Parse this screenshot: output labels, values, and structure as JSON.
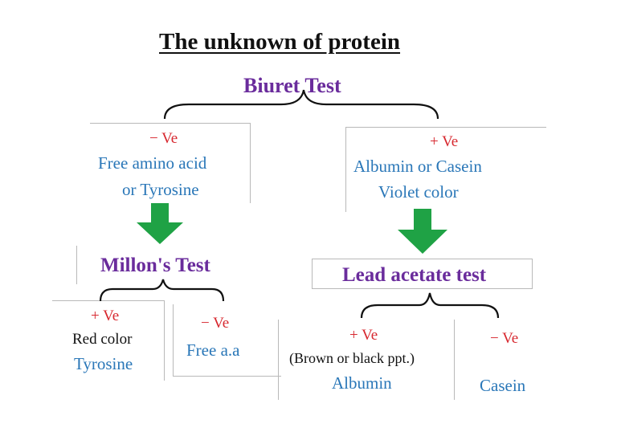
{
  "title": "The unknown of protein",
  "biuret": {
    "label": "Biuret Test",
    "negative": {
      "sign": "− Ve",
      "line1": "Free amino acid",
      "line2": "or Tyrosine"
    },
    "positive": {
      "sign": "+ Ve",
      "line1": "Albumin or Casein",
      "line2": "Violet color"
    }
  },
  "millons": {
    "label": "Millon's Test",
    "positive": {
      "sign": "+ Ve",
      "line1": "Red color",
      "line2": "Tyrosine"
    },
    "negative": {
      "sign": "− Ve",
      "line1": "Free a.a"
    }
  },
  "lead": {
    "label": "Lead acetate test",
    "positive": {
      "sign": "+ Ve",
      "line1": "(Brown or black ppt.)",
      "line2": "Albumin"
    },
    "negative": {
      "sign": "− Ve",
      "line1": "Casein"
    }
  },
  "colors": {
    "arrow": "#1fa245",
    "test": "#6a2c9c",
    "sign": "#d7282f",
    "result": "#2a77b8"
  }
}
